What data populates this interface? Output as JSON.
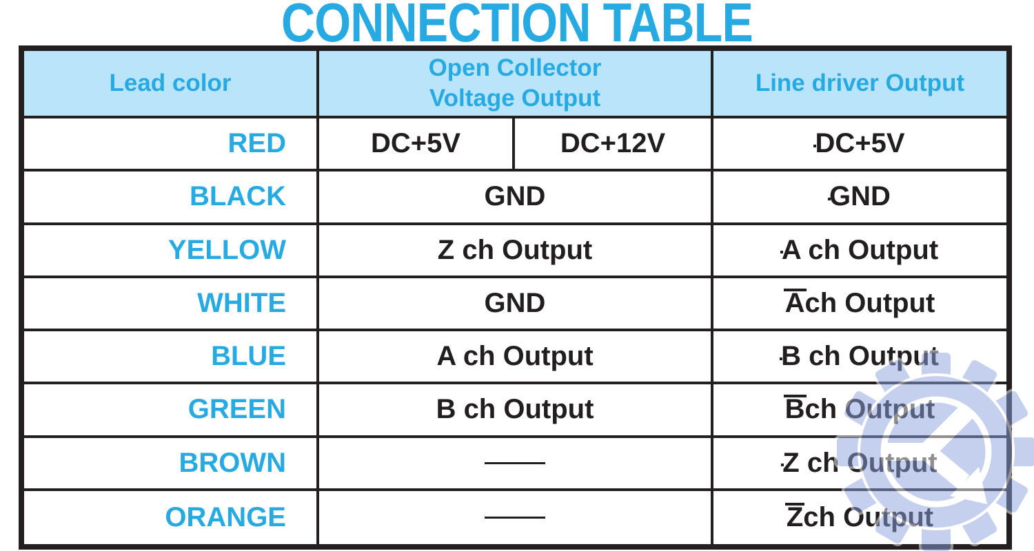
{
  "title": "CONNECTION TABLE",
  "colors": {
    "accent_cyan": "#27AAE1",
    "header_bg": "#B9E4FA",
    "text_dark": "#221E1F",
    "border": "#231F20",
    "watermark_blue": "#8CA0DE"
  },
  "header": {
    "lead": "Lead color",
    "open_collector_line1": "Open Collector",
    "open_collector_line2": "Voltage Output",
    "line_driver": "Line driver Output"
  },
  "rows": [
    {
      "lead": "RED",
      "oc_left": "DC+5V",
      "oc_right": "DC+12V",
      "oc": "",
      "oc_dash": false,
      "ld_bar": "",
      "ld_text": "DC+5V"
    },
    {
      "lead": "BLACK",
      "oc": "GND",
      "oc_dash": false,
      "ld_bar": "",
      "ld_text": "GND"
    },
    {
      "lead": "YELLOW",
      "oc": "Z ch Output",
      "oc_dash": false,
      "ld_bar": "",
      "ld_text": "A ch Output"
    },
    {
      "lead": "WHITE",
      "oc": "GND",
      "oc_dash": false,
      "ld_bar": "A",
      "ld_text": " ch Output"
    },
    {
      "lead": "BLUE",
      "oc": "A ch Output",
      "oc_dash": false,
      "ld_bar": "",
      "ld_text": "B ch Output"
    },
    {
      "lead": "GREEN",
      "oc": "B ch Output",
      "oc_dash": false,
      "ld_bar": "B",
      "ld_text": " ch Output"
    },
    {
      "lead": "BROWN",
      "oc": "",
      "oc_dash": true,
      "ld_bar": "",
      "ld_text": "Z ch Output"
    },
    {
      "lead": "ORANGE",
      "oc": "",
      "oc_dash": true,
      "ld_bar": "Z",
      "ld_text": " ch Output"
    }
  ],
  "watermark": {
    "icon": "gear-k-logo"
  }
}
